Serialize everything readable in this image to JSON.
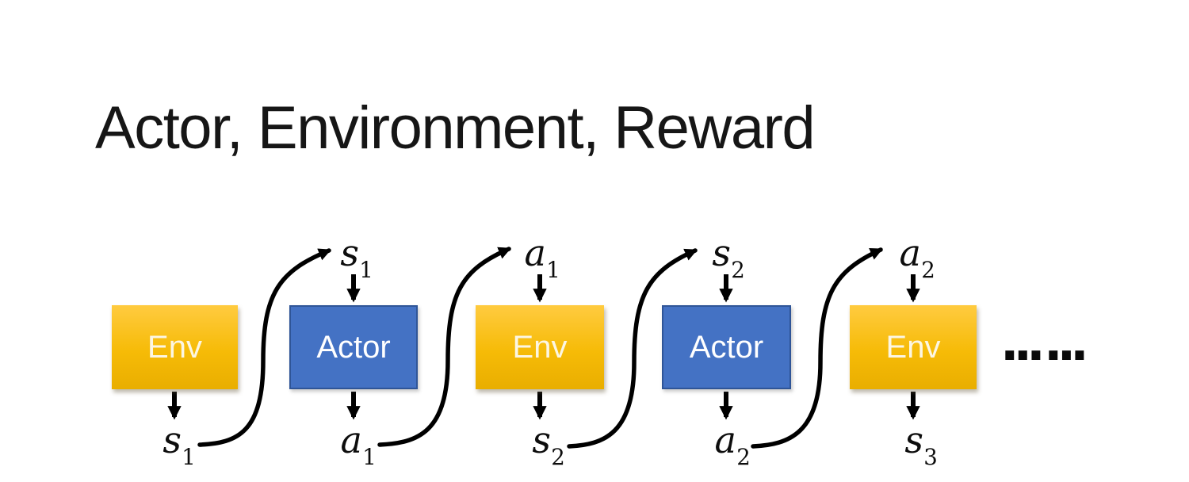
{
  "title": "Actor, Environment, Reward",
  "diagram": {
    "boxes": [
      {
        "id": "env-1",
        "type": "env",
        "label": "Env"
      },
      {
        "id": "actor-1",
        "type": "actor",
        "label": "Actor"
      },
      {
        "id": "env-2",
        "type": "env",
        "label": "Env"
      },
      {
        "id": "actor-2",
        "type": "actor",
        "label": "Actor"
      },
      {
        "id": "env-3",
        "type": "env",
        "label": "Env"
      }
    ],
    "top_labels": [
      {
        "base": "s",
        "sub": "1"
      },
      {
        "base": "a",
        "sub": "1"
      },
      {
        "base": "s",
        "sub": "2"
      },
      {
        "base": "a",
        "sub": "2"
      }
    ],
    "bottom_labels": [
      {
        "base": "s",
        "sub": "1"
      },
      {
        "base": "a",
        "sub": "1"
      },
      {
        "base": "s",
        "sub": "2"
      },
      {
        "base": "a",
        "sub": "2"
      },
      {
        "base": "s",
        "sub": "3"
      }
    ],
    "ellipsis": "... ...",
    "colors": {
      "env_gradient_top": "#FFCB40",
      "env_gradient_bottom": "#E9AE00",
      "actor_fill": "#4472C4",
      "actor_border": "#2F5597",
      "arrow": "#000000",
      "title_text": "#161616",
      "box_text": "#FFFFFF"
    }
  }
}
